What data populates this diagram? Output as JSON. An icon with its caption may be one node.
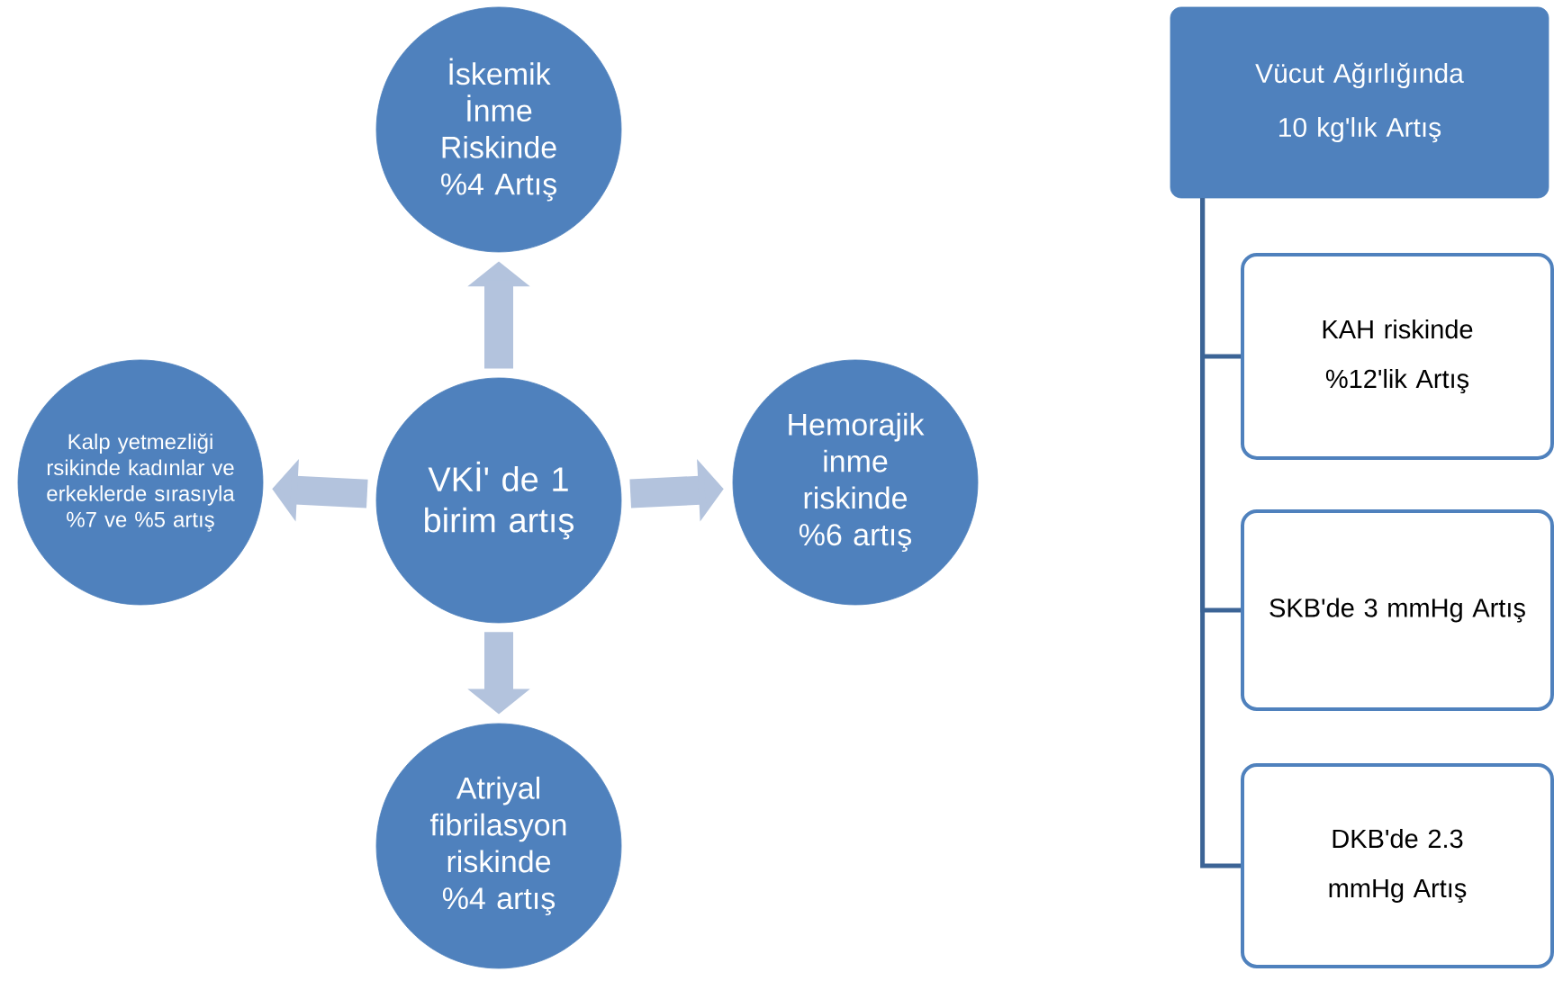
{
  "diagram": {
    "nodes": [
      {
        "text": [
          "VKİ' de 1 birim artış"
        ]
      },
      {
        "text": [
          "İskemik İnme Riskinde %4 Artış"
        ]
      },
      {
        "text": [
          "Hemorajik inme riskinde %6 artış"
        ]
      },
      {
        "text": [
          "Atriyal fibrilasyon riskinde %4 artış"
        ]
      },
      {
        "text": [
          "Kalp yetmezliği rsikinde kadınlar ve erkeklerde sırasıyla %7 ve %5 artış"
        ]
      },
      {
        "text": [
          "Vücut Ağırlığında 10 kg'lık Artış"
        ]
      },
      {
        "text": [
          "KAH riskinde %12'lik Artış"
        ]
      },
      {
        "text": [
          "SKB'de 3 mmHg Artış"
        ]
      },
      {
        "text": [
          "DKB'de 2.3 mmHg Artış"
        ]
      }
    ],
    "edges": [
      {
        "from": 0,
        "to": 1,
        "arrow": "to"
      },
      {
        "from": 0,
        "to": 2,
        "arrow": "to"
      },
      {
        "from": 0,
        "to": 3,
        "arrow": "to"
      },
      {
        "from": 0,
        "to": 4,
        "arrow": "to"
      },
      {
        "from": 5,
        "to": 6,
        "arrow": "none",
        "color": "#3c6496"
      },
      {
        "from": 5,
        "to": 7,
        "arrow": "none",
        "color": "#3c6496"
      },
      {
        "from": 5,
        "to": 8,
        "arrow": "none",
        "color": "#3c6496"
      }
    ]
  }
}
